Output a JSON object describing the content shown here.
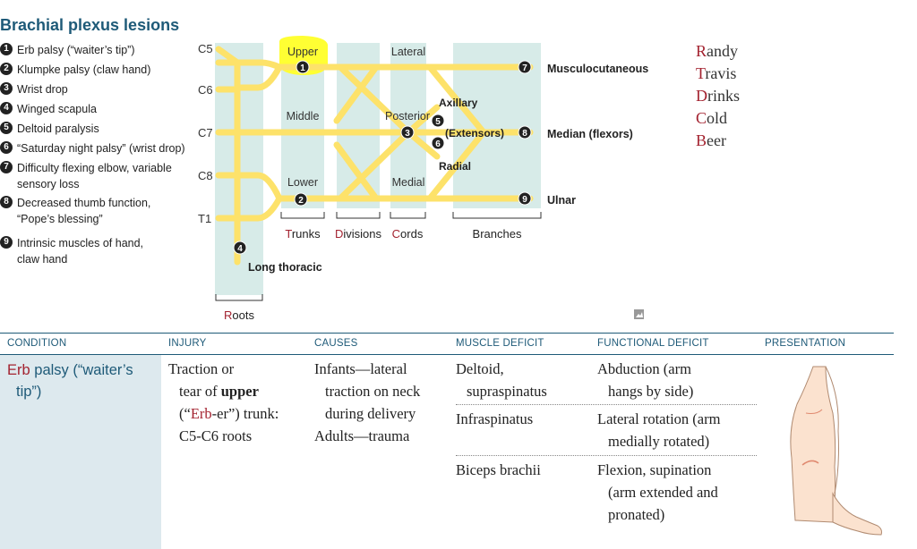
{
  "title": "Brachial plexus lesions",
  "legend": [
    {
      "num": "1",
      "text": "Erb palsy (“waiter’s tip”)"
    },
    {
      "num": "2",
      "text": "Klumpke palsy (claw hand)"
    },
    {
      "num": "3",
      "text": "Wrist drop"
    },
    {
      "num": "4",
      "text": "Winged scapula"
    },
    {
      "num": "5",
      "text": "Deltoid paralysis"
    },
    {
      "num": "6",
      "text": "“Saturday night palsy” (wrist drop)"
    },
    {
      "num": "7",
      "text": "Difficulty flexing elbow, variable sensory loss"
    },
    {
      "num": "8",
      "text": "Decreased thumb function, “Pope’s blessing”"
    },
    {
      "num": "9",
      "text": "Intrinsic muscles of hand, claw hand"
    }
  ],
  "diagram": {
    "roots": [
      "C5",
      "C6",
      "C7",
      "C8",
      "T1"
    ],
    "trunks": {
      "upper": "Upper",
      "middle": "Middle",
      "lower": "Lower"
    },
    "cords": {
      "lateral": "Lateral",
      "posterior": "Posterior",
      "medial": "Medial"
    },
    "branches": {
      "musculocutaneous": "Musculocutaneous",
      "axillary": "Axillary",
      "extensors": "(Extensors)",
      "radial": "Radial",
      "median": "Median (flexors)",
      "ulnar": "Ulnar",
      "long_thoracic": "Long thoracic"
    },
    "group_labels": {
      "roots": {
        "first": "R",
        "rest": "oots"
      },
      "trunks": {
        "first": "T",
        "rest": "runks"
      },
      "divisions": {
        "first": "D",
        "rest": "ivisions"
      },
      "cords": {
        "first": "C",
        "rest": "ords"
      },
      "branches": "Branches"
    },
    "markers": [
      "1",
      "2",
      "3",
      "4",
      "5",
      "6",
      "7",
      "8",
      "9"
    ],
    "icon": "image-link-icon"
  },
  "mnemonic": [
    {
      "first": "R",
      "rest": "andy"
    },
    {
      "first": "T",
      "rest": "ravis"
    },
    {
      "first": "D",
      "rest": "rinks"
    },
    {
      "first": "C",
      "rest": "old"
    },
    {
      "first": "B",
      "rest": "eer"
    }
  ],
  "table": {
    "headers": [
      "CONDITION",
      "INJURY",
      "CAUSES",
      "MUSCLE DEFICIT",
      "FUNCTIONAL DEFICIT",
      "PRESENTATION"
    ],
    "condition": {
      "name_red": "Erb",
      "name_rest": " palsy (“waiter’s",
      "name_line2": "tip”)"
    },
    "injury": {
      "line1": "Traction or",
      "line2_pre": "tear of ",
      "line2_bold": "upper",
      "line3_pre": "(“",
      "line3_red": "Erb",
      "line3_post": "-er”) trunk:",
      "line4": "C5-C6 roots"
    },
    "causes": [
      "Infants—lateral",
      "traction on neck",
      "during delivery",
      "Adults—trauma"
    ],
    "muscle_deficit": [
      {
        "line1": "Deltoid,",
        "line2": "supraspinatus"
      },
      {
        "line1": "Infraspinatus",
        "line2": ""
      },
      {
        "line1": "Biceps brachii",
        "line2": ""
      }
    ],
    "functional_deficit": [
      {
        "line1": "Abduction (arm",
        "line2": "hangs by side)",
        "line3": ""
      },
      {
        "line1": "Lateral rotation (arm",
        "line2": "medially rotated)",
        "line3": ""
      },
      {
        "line1": "Flexion, supination",
        "line2": "(arm extended and",
        "line3": "pronated)"
      }
    ]
  },
  "colors": {
    "nerve": "#fde26a",
    "panel": "#d7ebe8",
    "heading": "#1e5a78",
    "accent_red": "#a32330",
    "highlight": "#ffff33"
  }
}
